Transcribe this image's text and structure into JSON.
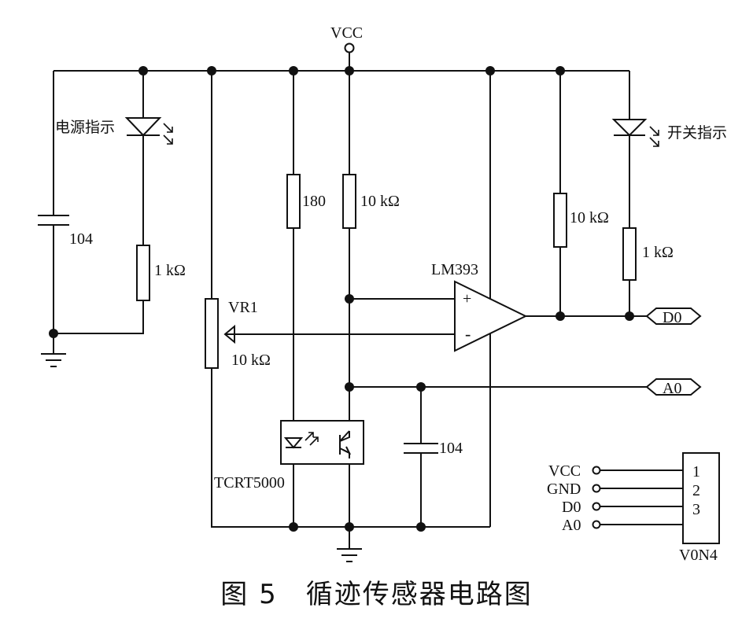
{
  "labels": {
    "vcc_top": "VCC",
    "power_led": "电源指示",
    "switch_led": "开关指示",
    "c1": "104",
    "r_power": "1 kΩ",
    "r_180": "180",
    "r_10k_mid": "10 kΩ",
    "r_10k_pull": "10 kΩ",
    "r_switch": "1 kΩ",
    "comparator": "LM393",
    "plus": "+",
    "minus": "-",
    "pot": "VR1",
    "pot_value": "10 kΩ",
    "sensor": "TCRT5000",
    "c2": "104",
    "out_d0": "D0",
    "out_a0": "A0"
  },
  "connector": {
    "name": "V0N4",
    "pins": [
      {
        "signal": "VCC",
        "number": "1"
      },
      {
        "signal": "GND",
        "number": "2"
      },
      {
        "signal": "D0",
        "number": "3"
      },
      {
        "signal": "A0",
        "number": ""
      }
    ]
  },
  "caption": "图 5　循迹传感器电路图"
}
